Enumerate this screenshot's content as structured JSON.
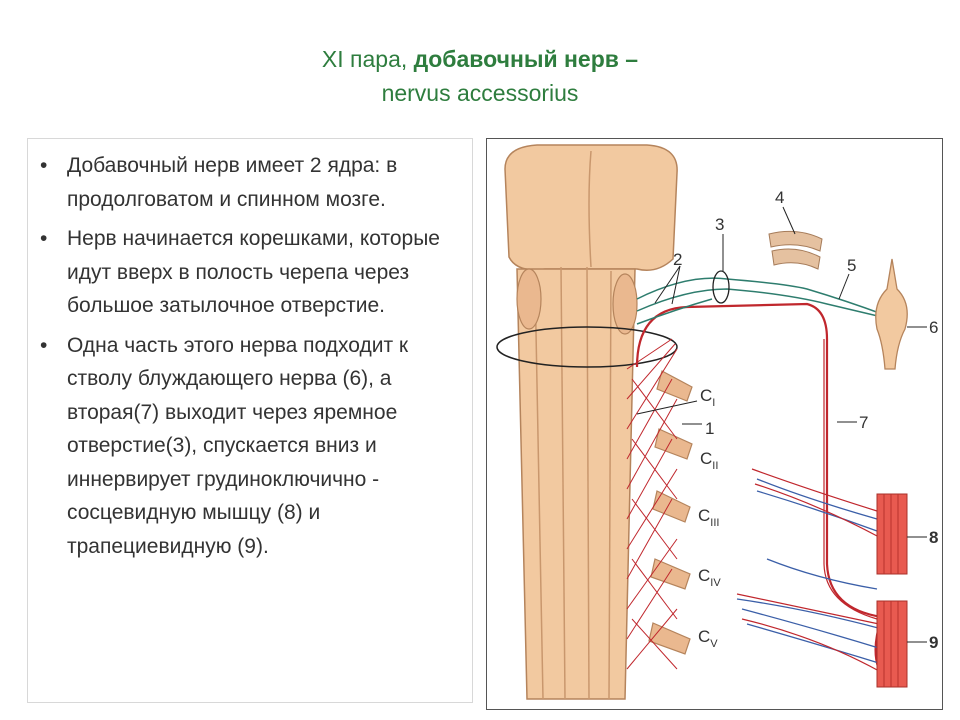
{
  "title": {
    "line1_prefix": "XI пара, ",
    "line1_bold": "добавочный нерв –",
    "line2": "nervus accessorius"
  },
  "bullets": [
    "Добавочный нерв имеет 2 ядра: в продолговатом и спинном мозге.",
    "Нерв начинается корешками, которые идут вверх в полость черепа через большое затылочное отверстие.",
    "Одна часть этого нерва подходит к стволу блуждающего нерва (6), а вторая(7) выходит через яремное отверстие(3), спускается вниз и иннервирует грудиноключично - сосцевидную мышцу (8) и трапециевидную (9)."
  ],
  "bullet_glyph": "•",
  "figure": {
    "labels": {
      "n1": "1",
      "n2": "2",
      "n3": "3",
      "n4": "4",
      "n5": "5",
      "n6": "6",
      "n7": "7",
      "n8": "8",
      "n9": "9"
    },
    "roots": [
      {
        "letter": "C",
        "sub": "I"
      },
      {
        "letter": "C",
        "sub": "II"
      },
      {
        "letter": "C",
        "sub": "III"
      },
      {
        "letter": "C",
        "sub": "IV"
      },
      {
        "letter": "C",
        "sub": "V"
      }
    ],
    "colors": {
      "brainstem": "#f2c9a0",
      "brainstem_shade": "#d9a57a",
      "accessory_nerve": "#c0272d",
      "vagus_branch": "#2e7d6e",
      "blue_nerve": "#3b5fa8",
      "muscle": "#e85a50"
    }
  }
}
